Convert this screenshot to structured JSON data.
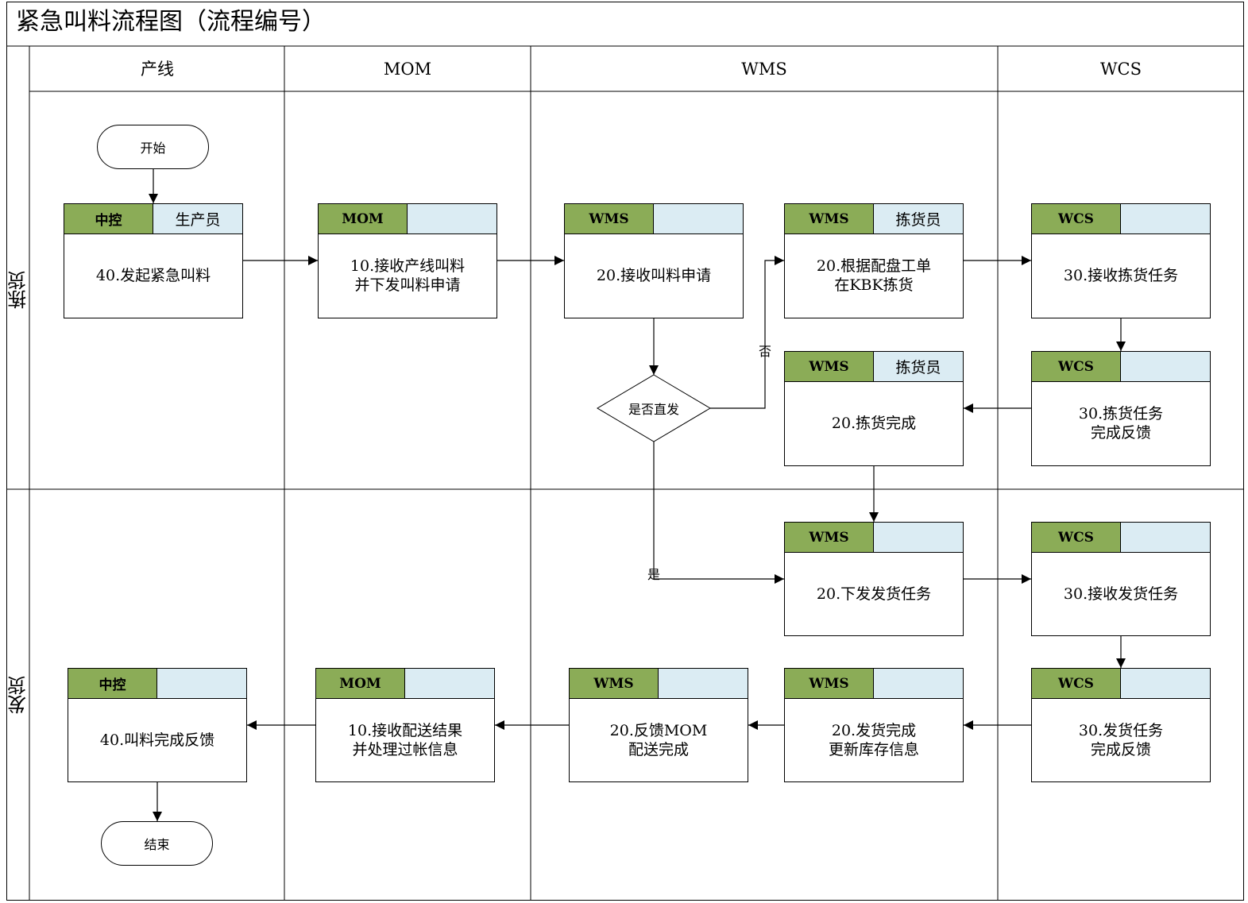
{
  "title": "紧急叫料流程图（流程编号）",
  "lanes": [
    "产线",
    "MOM",
    "WMS",
    "WCS"
  ],
  "rows": [
    "拣货",
    "发货"
  ],
  "nodes": {
    "start": "开始",
    "end": "结束",
    "decision": "是否直发",
    "t1": {
      "sys": "中控",
      "role": "生产员",
      "text": "40.发起紧急叫料"
    },
    "t2": {
      "sys": "MOM",
      "role": "",
      "text": "10.接收产线叫料\n并下发叫料申请"
    },
    "t3": {
      "sys": "WMS",
      "role": "",
      "text": "20.接收叫料申请"
    },
    "t4": {
      "sys": "WMS",
      "role": "拣货员",
      "text": "20.根据配盘工单\n在KBK拣货"
    },
    "t5": {
      "sys": "WCS",
      "role": "",
      "text": "30.接收拣货任务"
    },
    "t6": {
      "sys": "WMS",
      "role": "拣货员",
      "text": "20.拣货完成"
    },
    "t7": {
      "sys": "WCS",
      "role": "",
      "text": "30.拣货任务\n完成反馈"
    },
    "t8": {
      "sys": "WMS",
      "role": "",
      "text": "20.下发发货任务"
    },
    "t9": {
      "sys": "WCS",
      "role": "",
      "text": "30.接收发货任务"
    },
    "t10": {
      "sys": "中控",
      "role": "",
      "text": "40.叫料完成反馈"
    },
    "t11": {
      "sys": "MOM",
      "role": "",
      "text": "10.接收配送结果\n并处理过帐信息"
    },
    "t12": {
      "sys": "WMS",
      "role": "",
      "text": "20.反馈MOM\n配送完成"
    },
    "t13": {
      "sys": "WMS",
      "role": "",
      "text": "20.发货完成\n更新库存信息"
    },
    "t14": {
      "sys": "WCS",
      "role": "",
      "text": "30.发货任务\n完成反馈"
    }
  },
  "edge_labels": {
    "no": "否",
    "yes": "是"
  },
  "colors": {
    "system_header": "#8bac57",
    "role_header": "#dbecf3",
    "line": "#000000"
  }
}
